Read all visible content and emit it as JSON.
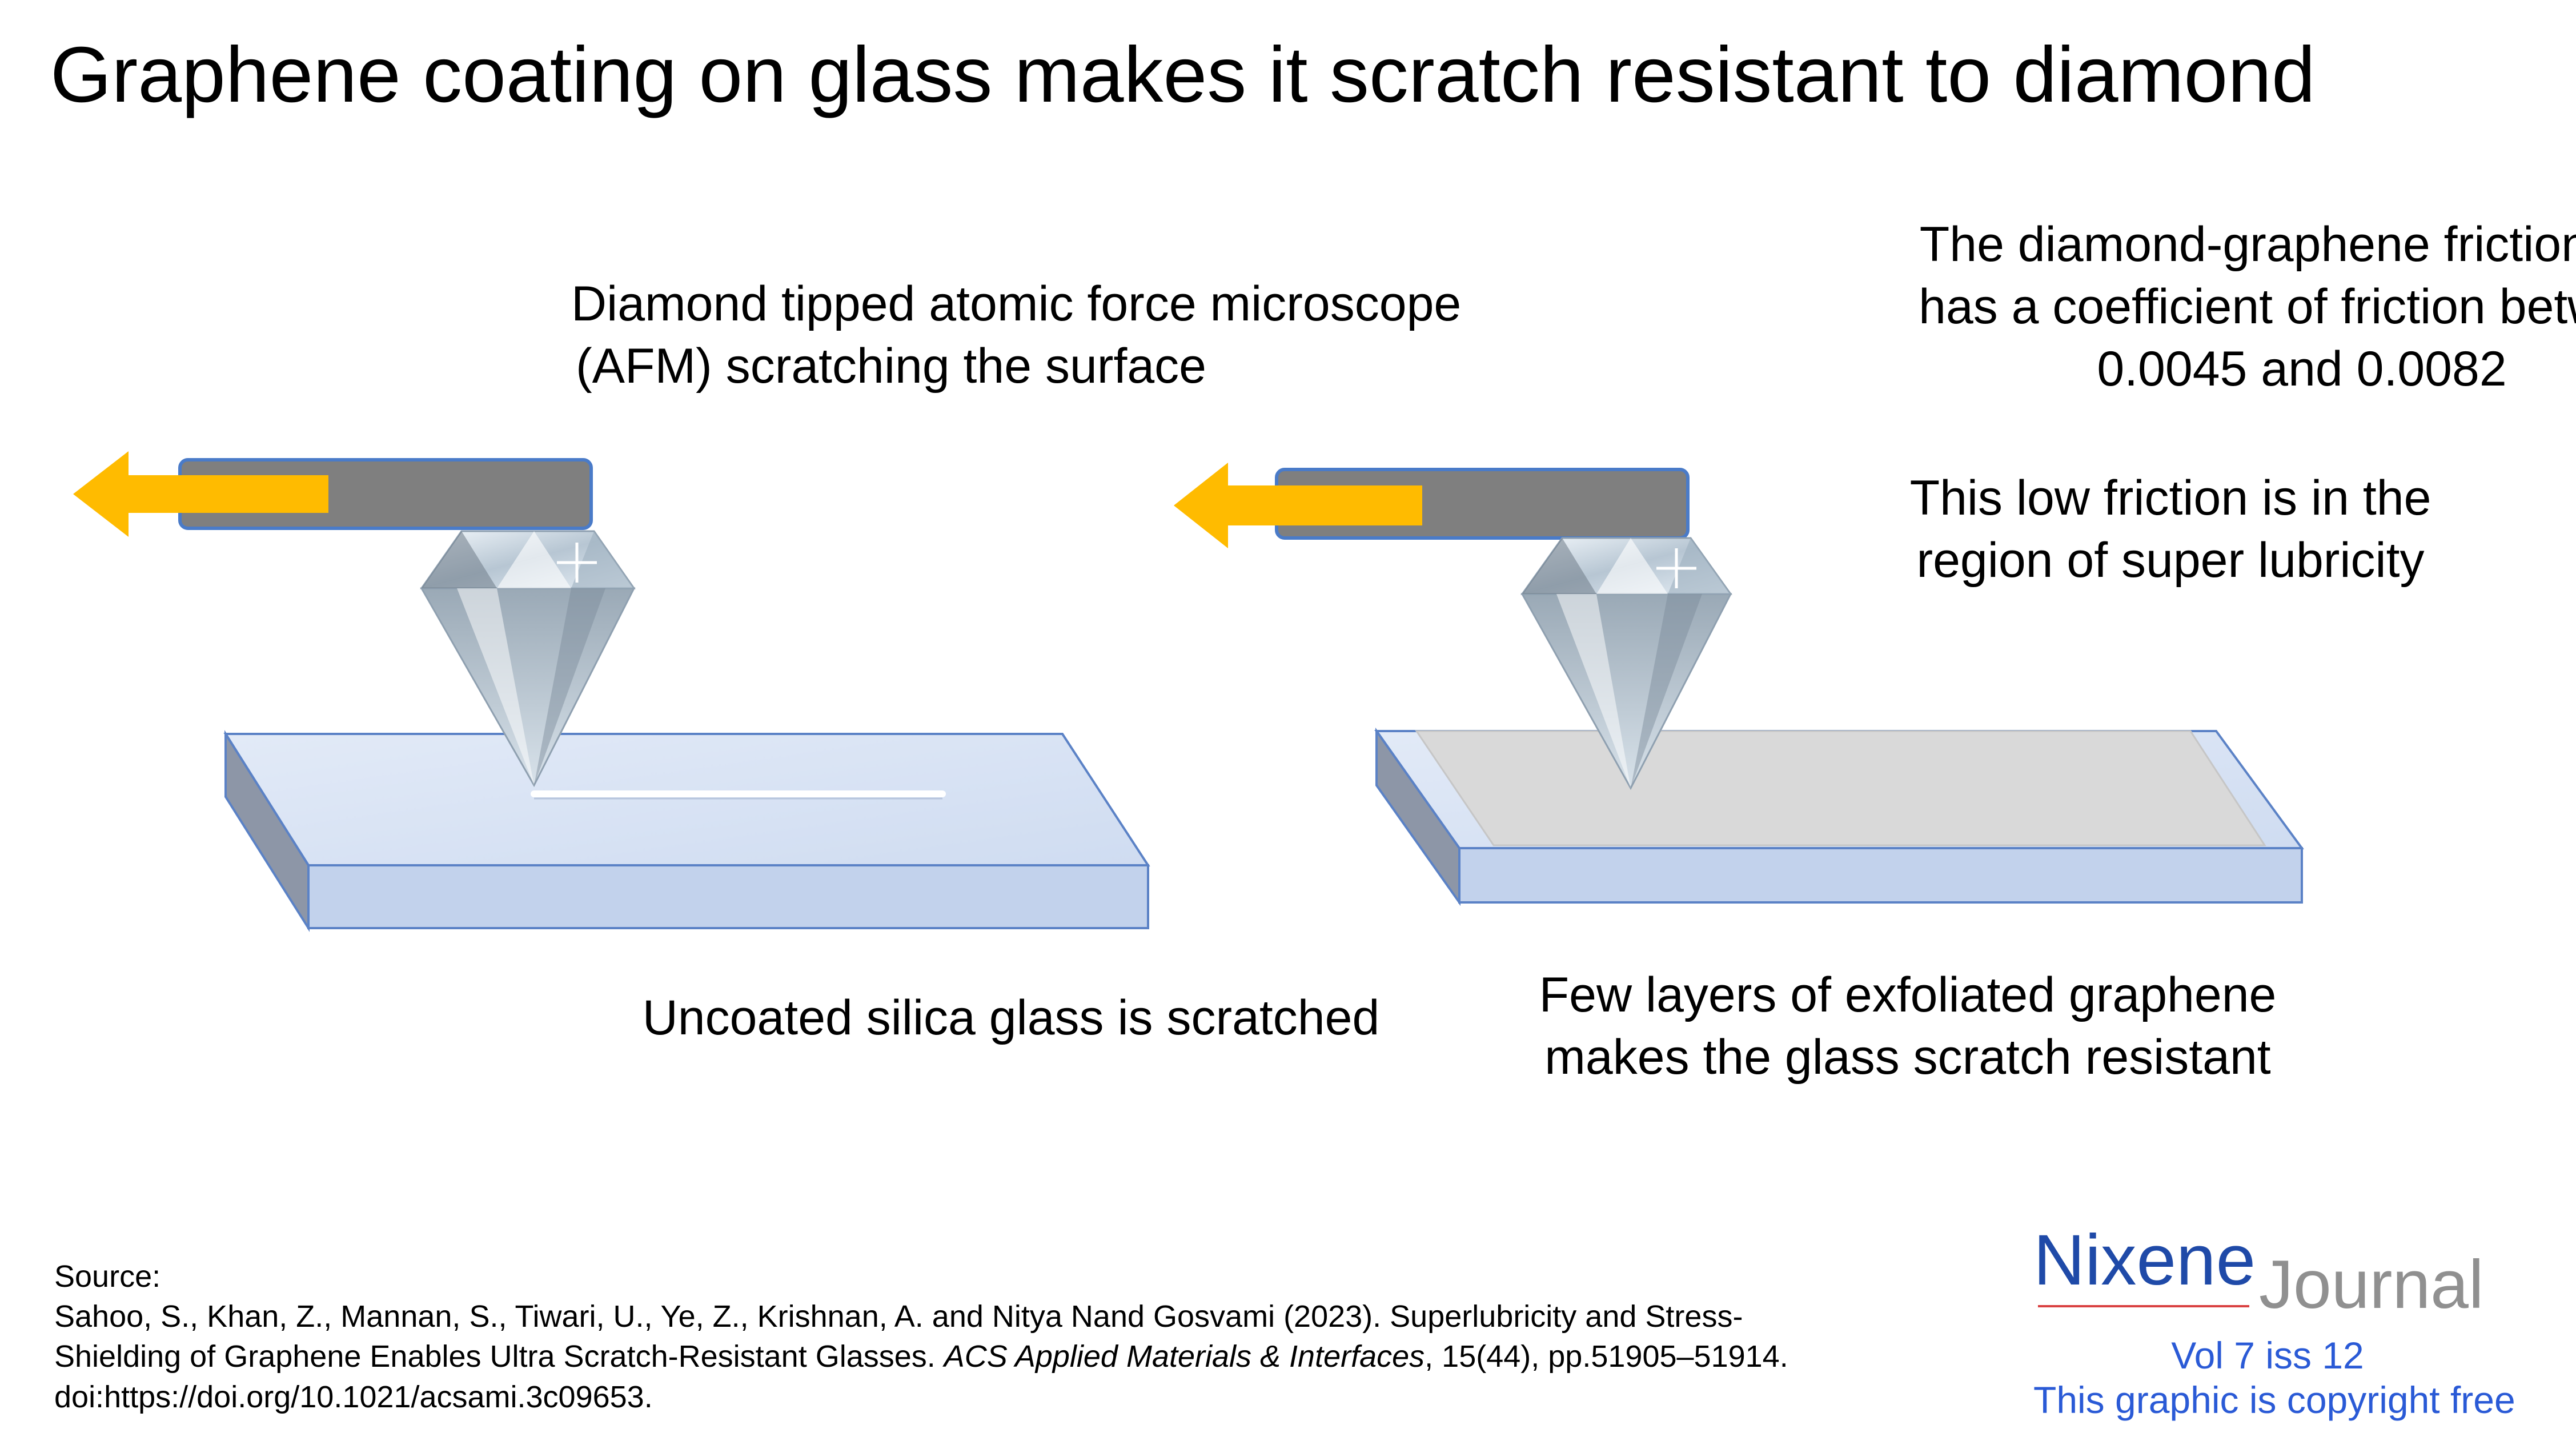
{
  "title": "Graphene coating on glass makes it scratch resistant to diamond",
  "captions": {
    "afm": [
      "Diamond tipped atomic force microscope",
      "(AFM) scratching the surface"
    ],
    "friction": [
      "The diamond-graphene friction pair",
      "has a coefficient of friction between",
      "0.0045 and 0.0082"
    ],
    "lubricity": [
      "This low friction is in the",
      "region of super lubricity"
    ],
    "uncoated": "Uncoated silica glass is scratched",
    "graphene": [
      "Few layers of exfoliated graphene",
      "makes the glass scratch resistant"
    ]
  },
  "source": {
    "label": "Source:",
    "line1": "Sahoo, S., Khan, Z., Mannan, S., Tiwari, U., Ye, Z., Krishnan, A. and Nitya Nand Gosvami (2023). Superlubricity and Stress-",
    "line2_a": "Shielding of Graphene Enables Ultra Scratch-Resistant Glasses. ",
    "line2_journal": "ACS Applied Materials & Interfaces",
    "line2_b": ", 15(44), pp.51905–51914.",
    "line3": "doi:https://doi.org/10.1021/acsami.3c09653."
  },
  "brand": {
    "name": "Nixene",
    "suffix": "Journal",
    "volume": "Vol 7 iss 12",
    "notice": "This graphic is copyright free"
  },
  "colors": {
    "arrow": "#ffbb00",
    "cantilever": "#7f7f7f",
    "cantilever_border": "#4a7bc8",
    "glass_top": "#d9e3f4",
    "glass_front": "#c2d2ec",
    "glass_side": "#8d96a7",
    "graphene": "#d9d9d9",
    "title_text": "#000000",
    "brand_blue": "#2a5ad6"
  }
}
